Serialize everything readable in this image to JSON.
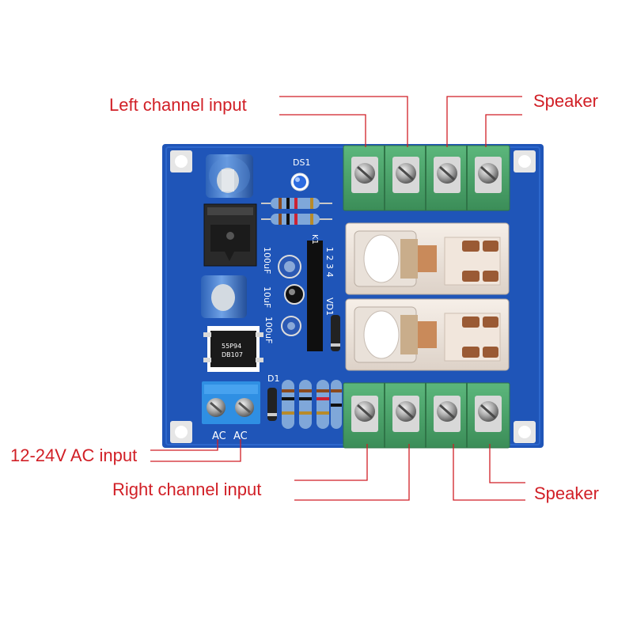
{
  "labels": {
    "left_channel_input": "Left channel input",
    "speaker_top": "Speaker",
    "ac_input": "12-24V AC input",
    "right_channel_input": "Right channel input",
    "speaker_bottom": "Speaker"
  },
  "silkscreen": {
    "ds1": "DS1",
    "k1": "K1",
    "cap_100uf_a": "100uF",
    "cap_10uf": "10uF",
    "cap_100uf_b": "100uF",
    "pins": "1 2 3 4",
    "vd1": "VD1",
    "d1": "D1",
    "bridge_marking_1": "55P94",
    "bridge_marking_2": "DB107",
    "ac_a": "AC",
    "ac_b": "AC"
  },
  "colors": {
    "annotation": "#d11f26",
    "board": "#1f55b8",
    "terminal": "#4aa66a"
  }
}
